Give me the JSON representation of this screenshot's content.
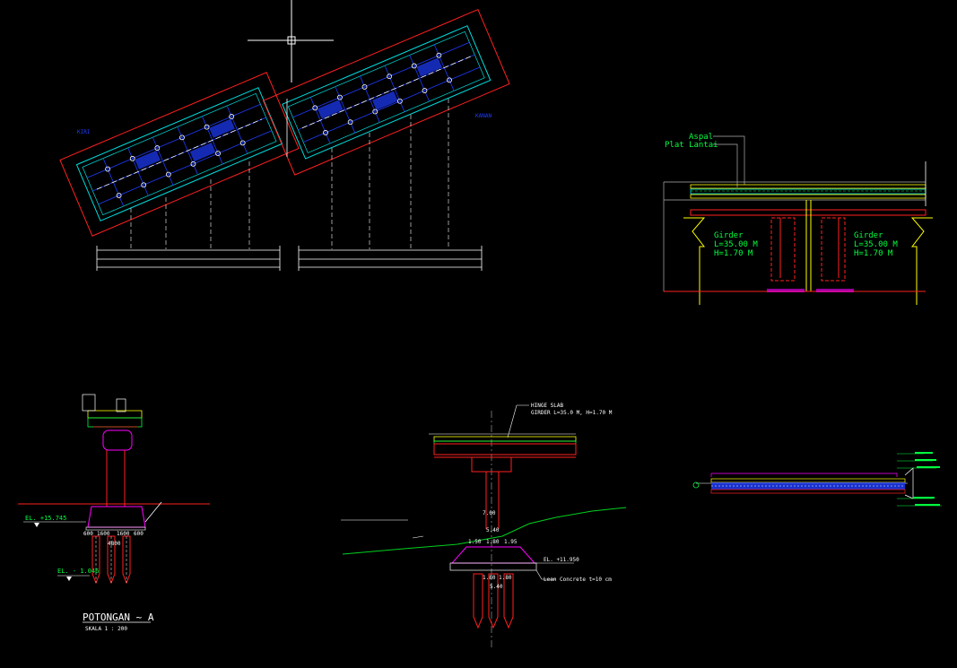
{
  "colors": {
    "background": "#000000",
    "outline": "#ff2020",
    "deck": "#00e0e0",
    "dimension": "#1e3cff",
    "label": "#00ff40",
    "white": "#ffffff",
    "yellow": "#ffff00",
    "magenta": "#ff00ff",
    "gray": "#b0b0b0"
  },
  "plan": {
    "label_left": "KIRI",
    "label_right": "KANAN"
  },
  "deck_detail": {
    "aspal": "Aspal",
    "plat_lantai": "Plat Lantai",
    "girder_left": [
      "Girder",
      "L=35.00  M",
      "H=1.70  M"
    ],
    "girder_right": [
      "Girder",
      "L=35.00  M",
      "H=1.70  M"
    ]
  },
  "section_a": {
    "el_top": "EL. +15.745",
    "el_bottom": "EL. - 1.046",
    "dims": [
      "600",
      "1600",
      "1600",
      "600"
    ],
    "dim_total": "4800",
    "title": "POTONGAN ~ A",
    "scale": "SKALA 1 : 200"
  },
  "pier_detail": {
    "hinge_slab": "HINGE SLAB",
    "girder": "GIRDER L=35.0 M, H=1.70 M",
    "el_right": "EL. +11.950",
    "lean_concrete": "Lean Concrete t=10 cm",
    "dim_pier_height": "7.00",
    "dim_cap": "5.40",
    "dims_cap": [
      "1.50",
      "1.80",
      "1.95"
    ],
    "dims_base": [
      "1.80",
      "1.80"
    ],
    "dim_base_total": "5.40"
  }
}
